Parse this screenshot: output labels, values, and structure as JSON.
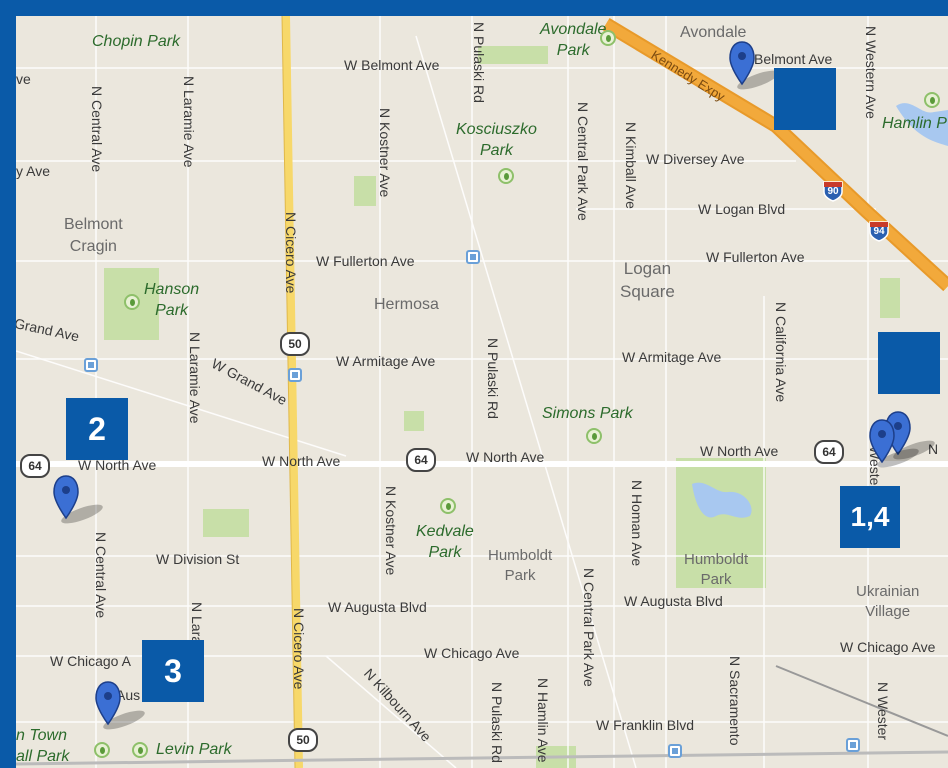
{
  "map": {
    "neighborhoods": {
      "avondale": "Avondale",
      "belmont_cragin": "Belmont\nCragin",
      "hermosa": "Hermosa",
      "logan_square": "Logan\nSquare",
      "humboldt_park_hood": "Humboldt\nPark",
      "humboldt_park_area": "Humboldt\nPark",
      "ukrainian_village": "Ukrainian\nVillage"
    },
    "parks": {
      "chopin": "Chopin Park",
      "avondale_park": "Avondale\nPark",
      "kosciuszko": "Kosciuszko\nPark",
      "hamlin": "Hamlin P",
      "hanson": "Hanson\nPark",
      "simons": "Simons Park",
      "kedvale": "Kedvale\nPark",
      "levin": "Levin Park",
      "town_hall": "n Town\nall Park"
    },
    "streets": {
      "belmont_left": "W Belmont Ave",
      "belmont_right": "Belmont Ave",
      "diversey": "W Diversey Ave",
      "logan": "W Logan Blvd",
      "fullerton_left": "W Fullerton Ave",
      "fullerton_right": "W Fullerton Ave",
      "armitage_left": "W Armitage Ave",
      "armitage_right": "W Armitage Ave",
      "north_1": "W North Ave",
      "north_2": "W North Ave",
      "north_3": "W North Ave",
      "north_4": "W North Ave",
      "north_stub": "N",
      "division": "W Division St",
      "augusta_left": "W Augusta Blvd",
      "augusta_right": "W Augusta Blvd",
      "chicago_left": "W Chicago A",
      "chicago_mid": "W Chicago Ave",
      "chicago_right": "W Chicago Ave",
      "franklin": "W Franklin Blvd",
      "grand_left": "Grand Ave",
      "grand_diag": "W Grand Ave",
      "kennedy": "Kennedy Expy",
      "ave_stub": "ve",
      "y_ave": "y Ave",
      "central_left": "N Central Ave",
      "central_bottom": "N Central Ave",
      "laramie_top": "N Laramie Ave",
      "laramie_mid": "N Laramie Ave",
      "laramie_bottom": "N Laramie Ave",
      "cicero_top": "N Cicero Ave",
      "cicero_bottom": "N Cicero Ave",
      "kostner_top": "N Kostner Ave",
      "kostner_bottom": "N Kostner Ave",
      "pulaski_top": "N Pulaski Rd",
      "pulaski_mid": "N Pulaski Rd",
      "pulaski_bottom": "N Pulaski Rd",
      "central_park_top": "N Central Park Ave",
      "central_park_bottom": "N Central Park Ave",
      "kimball": "N Kimball Ave",
      "homan": "N Homan Ave",
      "hamlin": "N Hamlin Ave",
      "kilbourn": "N Kilbourn Ave",
      "sacramento": "N Sacramento",
      "california": "N California Ave",
      "western_top": "N Western Ave",
      "western_mid": "Weste",
      "western_bottom": "N Wester",
      "aus": "Aus"
    },
    "shields": {
      "us50_top": "50",
      "us50_bottom": "50",
      "il64_left": "64",
      "il64_mid": "64",
      "il64_right": "64",
      "i90": "90",
      "i94": "94"
    },
    "colors": {
      "frame": "#0a5aa8",
      "land": "#ebe7dd",
      "highway": "#f2a93b",
      "major_road": "#f7d86a",
      "park_green": "#c8dfa8",
      "water": "#a8c8f0",
      "marker": "#3b6fd4"
    }
  },
  "badges": {
    "b2": "2",
    "b3": "3",
    "b14": "1,4",
    "blank_top": "",
    "blank_right": ""
  }
}
